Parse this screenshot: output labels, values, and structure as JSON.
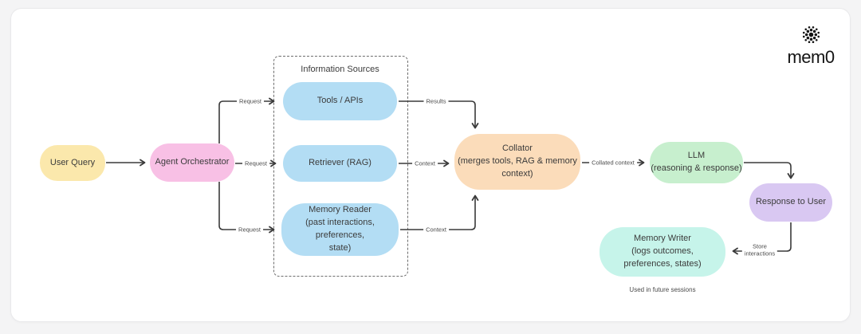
{
  "brand": {
    "name": "mem0",
    "logo_icon": "dot-cluster-icon"
  },
  "group": {
    "label": "Information Sources"
  },
  "nodes": {
    "user_query": {
      "label": "User Query",
      "color": "#fbe8ac"
    },
    "agent_orchestrator": {
      "label": "Agent Orchestrator",
      "color": "#f8c0e5"
    },
    "tools_apis": {
      "label": "Tools / APIs",
      "color": "#b3ddf4"
    },
    "retriever": {
      "label": "Retriever (RAG)",
      "color": "#b3ddf4"
    },
    "memory_reader": {
      "lines": [
        "Memory Reader",
        "(past interactions, preferences,",
        "state)"
      ],
      "color": "#b3ddf4"
    },
    "collator": {
      "lines": [
        "Collator",
        "(merges tools, RAG & memory",
        "context)"
      ],
      "color": "#fbdcba"
    },
    "llm": {
      "lines": [
        "LLM",
        "(reasoning & response)"
      ],
      "color": "#c7efce"
    },
    "response_to_user": {
      "label": "Response to User",
      "color": "#d9c8f2"
    },
    "memory_writer": {
      "lines": [
        "Memory Writer",
        "(logs outcomes,",
        "preferences, states)"
      ],
      "color": "#c6f4ea"
    }
  },
  "edges": {
    "request_top": {
      "label": "Request"
    },
    "request_mid": {
      "label": "Request"
    },
    "request_bottom": {
      "label": "Request"
    },
    "results": {
      "label": "Results"
    },
    "context_mid": {
      "label": "Context"
    },
    "context_bottom": {
      "label": "Context"
    },
    "collated_context": {
      "label": "Collated context"
    },
    "store_interactions": {
      "lines": [
        "Store",
        "interactions"
      ]
    }
  },
  "footnote": "Used in future sessions",
  "line_color": "#3a3a3a"
}
